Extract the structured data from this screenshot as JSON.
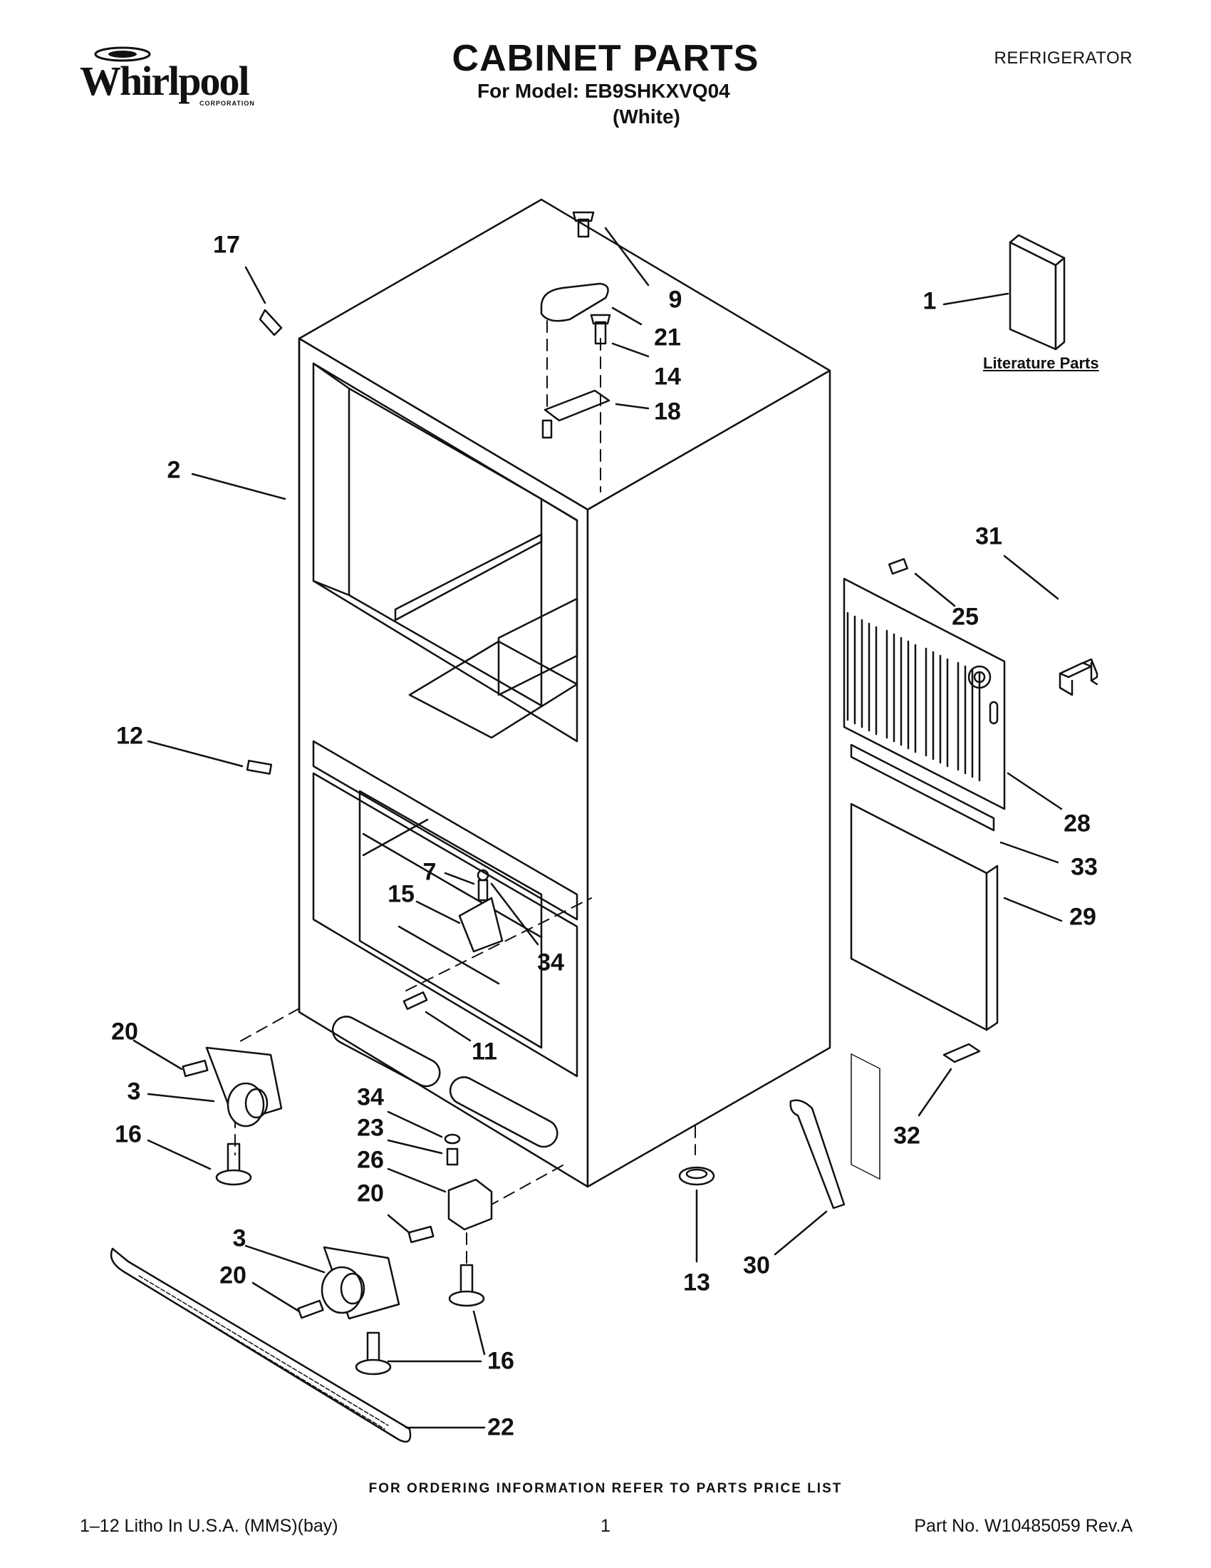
{
  "header": {
    "brand": "Whirlpool",
    "brand_sub": "CORPORATION",
    "title": "CABINET PARTS",
    "model_line": "For Model: EB9SHKXVQ04",
    "color_line": "(White)",
    "category": "REFRIGERATOR"
  },
  "diagram": {
    "literature_label": "Literature Parts",
    "callouts": [
      "17",
      "9",
      "21",
      "14",
      "18",
      "1",
      "2",
      "31",
      "25",
      "12",
      "28",
      "33",
      "7",
      "15",
      "34",
      "29",
      "20",
      "11",
      "3",
      "34",
      "16",
      "23",
      "26",
      "32",
      "20",
      "13",
      "30",
      "3",
      "20",
      "16",
      "22"
    ]
  },
  "footer": {
    "order_info": "FOR ORDERING INFORMATION REFER TO PARTS PRICE LIST",
    "litho": "1–12 Litho In U.S.A. (MMS)(bay)",
    "page": "1",
    "part_no": "Part No. W10485059 Rev.A"
  }
}
